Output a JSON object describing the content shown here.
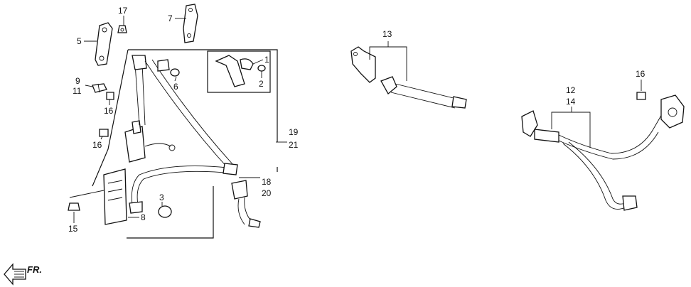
{
  "callouts": [
    {
      "id": "c1",
      "text": "1"
    },
    {
      "id": "c2",
      "text": "2"
    },
    {
      "id": "c3",
      "text": "3"
    },
    {
      "id": "c5",
      "text": "5"
    },
    {
      "id": "c6",
      "text": "6"
    },
    {
      "id": "c7",
      "text": "7"
    },
    {
      "id": "c8",
      "text": "8"
    },
    {
      "id": "c9",
      "text": "9"
    },
    {
      "id": "c11",
      "text": "11"
    },
    {
      "id": "c12",
      "text": "12"
    },
    {
      "id": "c13",
      "text": "13"
    },
    {
      "id": "c14",
      "text": "14"
    },
    {
      "id": "c15",
      "text": "15"
    },
    {
      "id": "c16a",
      "text": "16"
    },
    {
      "id": "c16b",
      "text": "16"
    },
    {
      "id": "c16c",
      "text": "16"
    },
    {
      "id": "c17",
      "text": "17"
    },
    {
      "id": "c18",
      "text": "18"
    },
    {
      "id": "c19",
      "text": "19"
    },
    {
      "id": "c20",
      "text": "20"
    },
    {
      "id": "c21",
      "text": "21"
    }
  ],
  "direction_label": "FR."
}
